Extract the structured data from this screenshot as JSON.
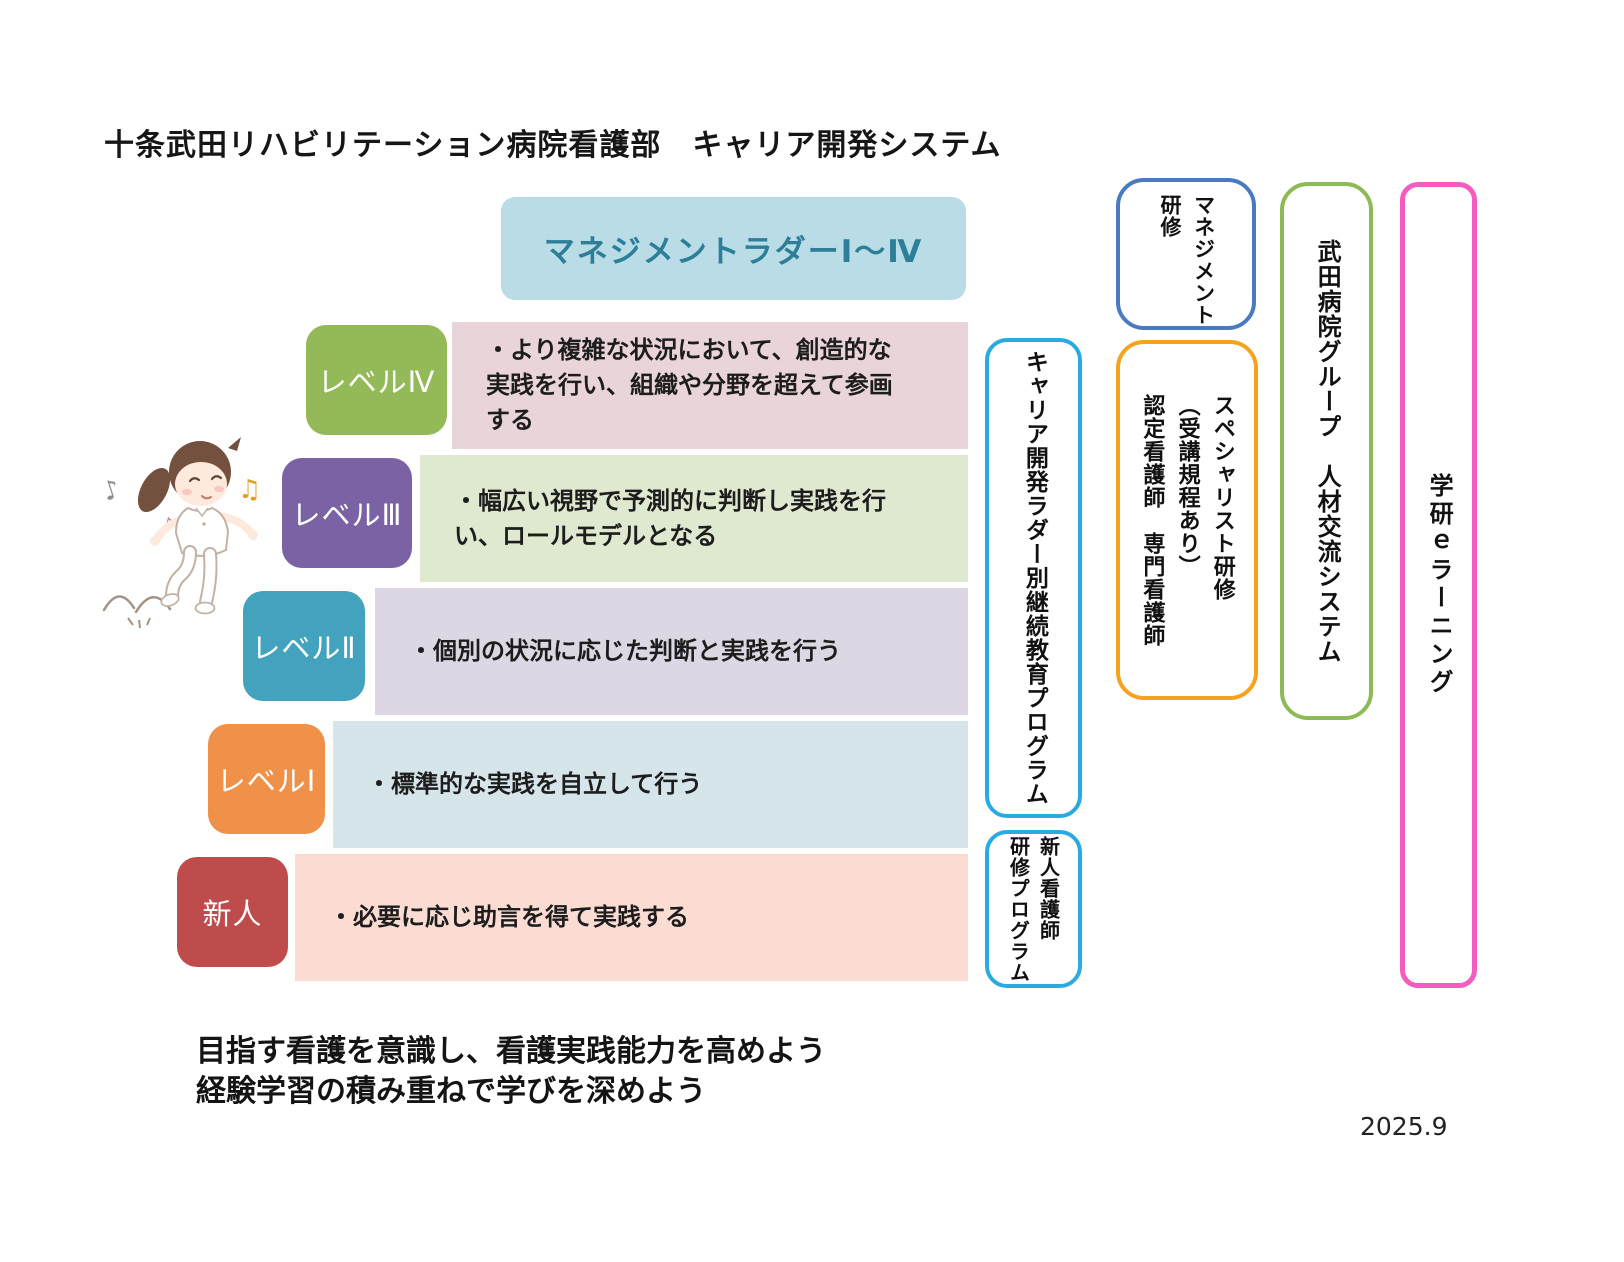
{
  "title": "十条武田リハビリテーション病院看護部　キャリア開発システム",
  "management_ladder": {
    "label": "マネジメントラダーⅠ～Ⅳ",
    "bg": "#b9dce6",
    "text_color": "#2d7f99"
  },
  "levels": [
    {
      "label": "レベルⅣ",
      "description": "・より複雑な状況において、創造的な実践を行い、組織や分野を超えて参画する",
      "box_color": "#94b958",
      "desc_bg": "#e8d4d9"
    },
    {
      "label": "レベルⅢ",
      "description": "・幅広い視野で予測的に判断し実践を行い、ロールモデルとなる",
      "box_color": "#7b62a5",
      "desc_bg": "#dfe9d0"
    },
    {
      "label": "レベルⅡ",
      "description": "・個別の状況に応じた判断と実践を行う",
      "box_color": "#43a3bf",
      "desc_bg": "#dcd7e3"
    },
    {
      "label": "レベルⅠ",
      "description": "・標準的な実践を自立して行う",
      "box_color": "#f0914a",
      "desc_bg": "#d5e5ea"
    },
    {
      "label": "新人",
      "description": "・必要に応じ助言を得て実践する",
      "box_color": "#bf4c4c",
      "desc_bg": "#fadcd3"
    }
  ],
  "side_programs": {
    "career_ladder": {
      "label": "キャリア開発ラダー別継続教育プログラム",
      "border": "#29abe2"
    },
    "new_nurse": {
      "label": "新人看護師\n研修プログラム",
      "border": "#29abe2"
    },
    "management": {
      "label": "マネジメント\n研修",
      "border": "#4a7ac2"
    },
    "specialist": {
      "label": "スペシャリスト研修\n（受講規程あり）\n認定看護師　専門看護師",
      "border": "#f5a21c"
    },
    "takeda_group": {
      "label": "武田病院グループ　人材交流システム",
      "border": "#8cba56"
    },
    "gakken": {
      "label": "学研ｅラーニング",
      "border": "#f45cc0"
    }
  },
  "footer": {
    "line1": "目指す看護を意識し、看護実践能力を高めよう",
    "line2": "経験学習の積み重ねで学びを深めよう",
    "date": "2025.9"
  },
  "illustration": {
    "name": "skipping-nurse-with-music-notes"
  }
}
